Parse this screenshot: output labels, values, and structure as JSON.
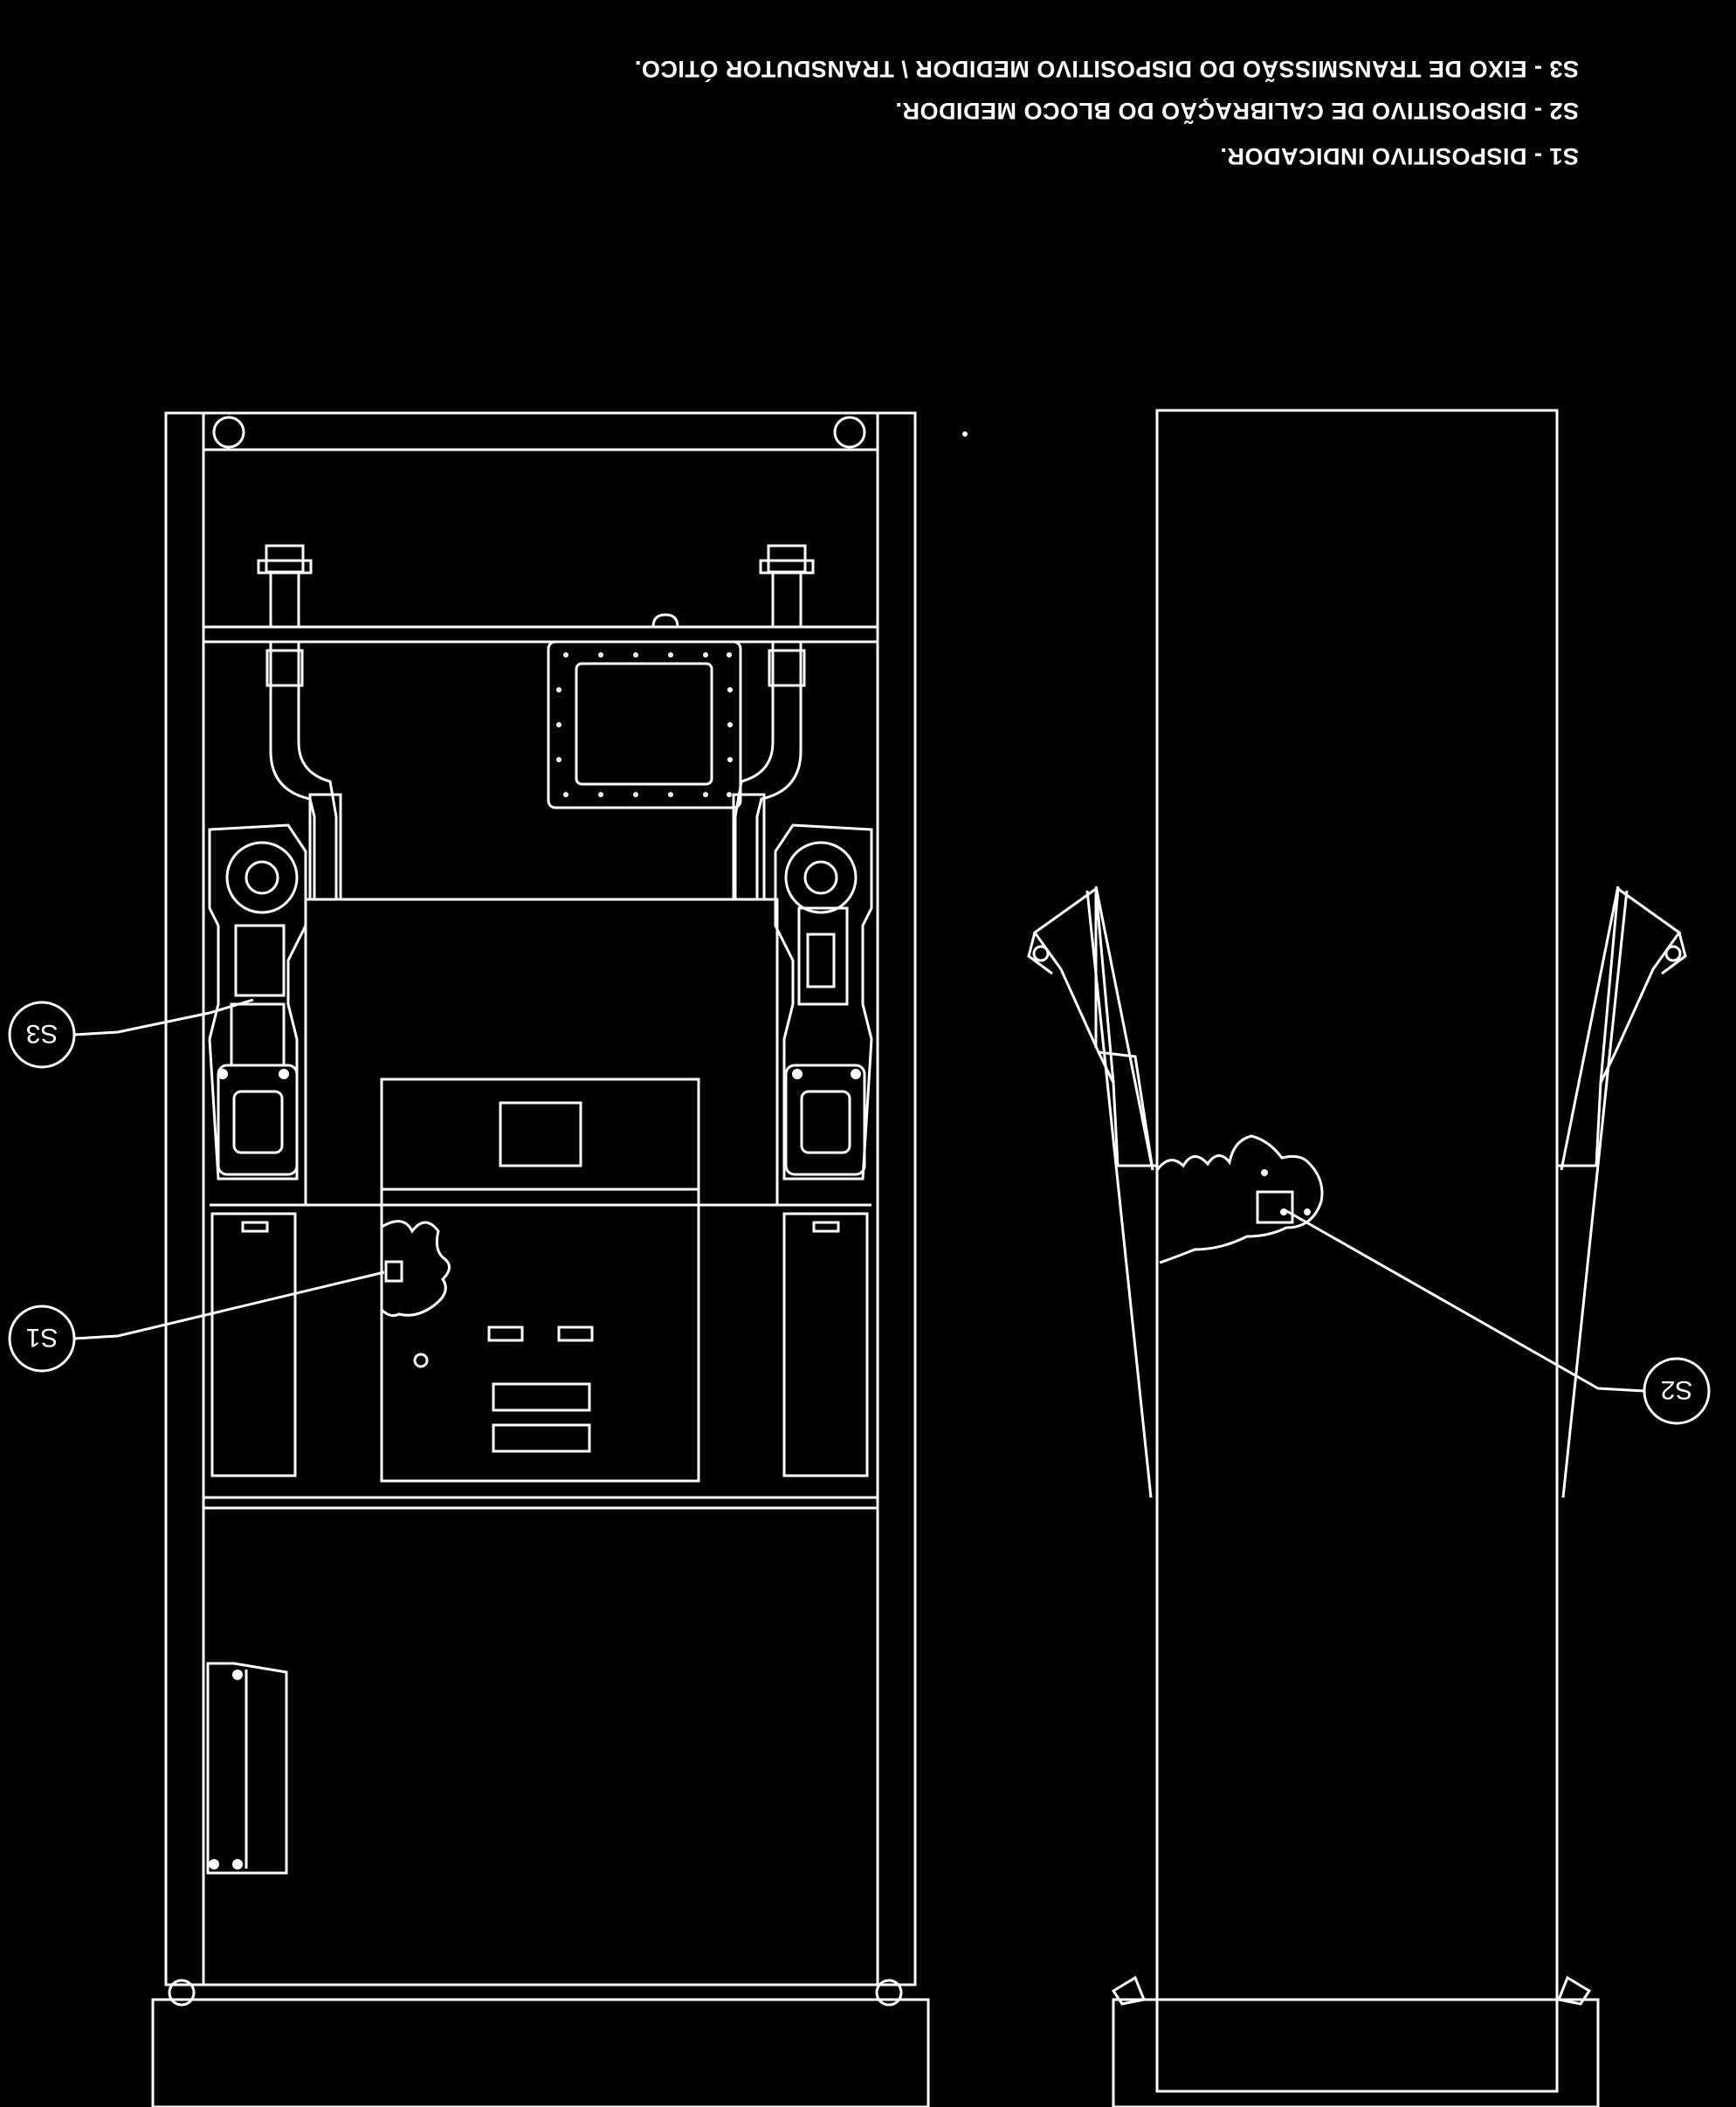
{
  "legend": {
    "items": [
      {
        "code": "S3",
        "text": "S3 - EIXO DE TRANSMISSÃO DO DISPOSITIVO MEDIDOR \\ TRANSDUTOR ÓTICO."
      },
      {
        "code": "S2",
        "text": "S2 - DISPOSITIVO DE CALIBRAÇÃO DO BLOCO MEDIDOR."
      },
      {
        "code": "S1",
        "text": "S1 - DISPOSITIVO INDICADOR."
      }
    ]
  },
  "callouts": {
    "s3": "S3",
    "s1": "S1",
    "s2": "S2"
  },
  "colors": {
    "background": "#000000",
    "line": "#ffffff"
  }
}
